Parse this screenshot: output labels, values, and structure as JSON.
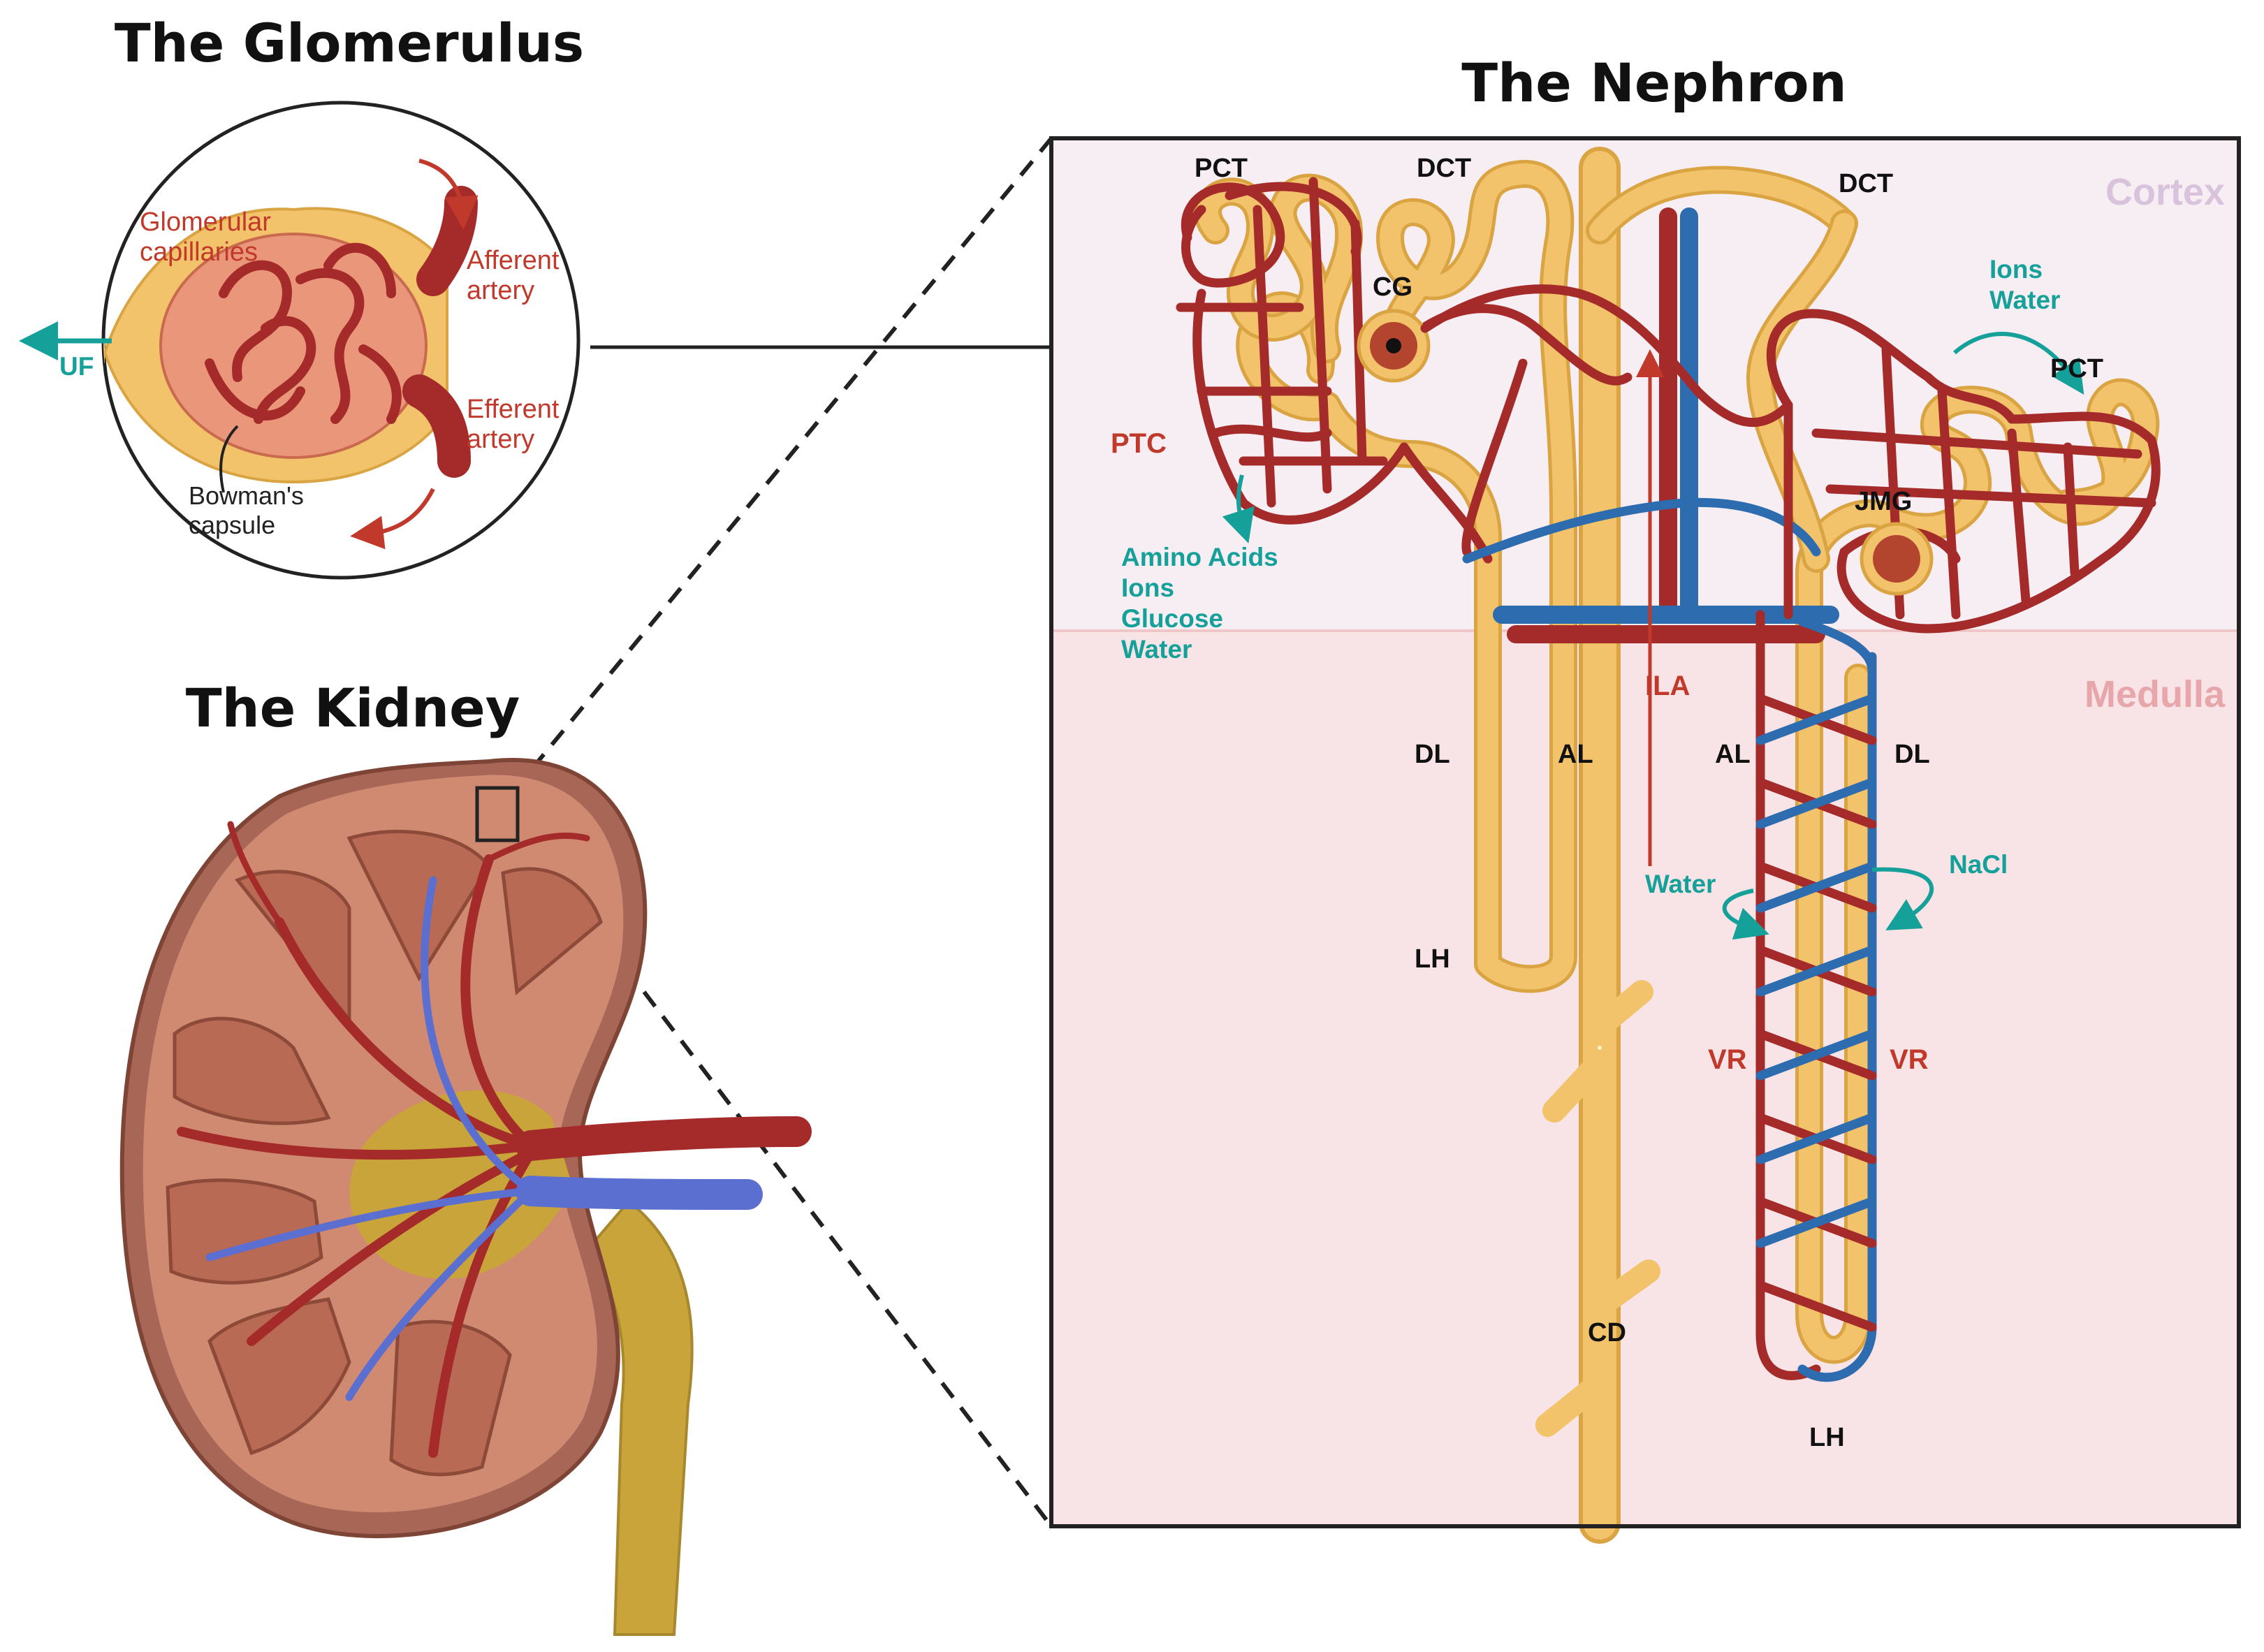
{
  "titles": {
    "glomerulus": "The Glomerulus",
    "nephron": "The Nephron",
    "kidney": "The Kidney"
  },
  "glomerulus_labels": {
    "capillaries_line1": "Glomerular",
    "capillaries_line2": "capillaries",
    "afferent_line1": "Afferent",
    "afferent_line2": "artery",
    "efferent_line1": "Efferent",
    "efferent_line2": "artery",
    "bowman_line1": "Bowman's",
    "bowman_line2": "capsule",
    "uf": "UF"
  },
  "nephron_labels": {
    "pct_left": "PCT",
    "dct_left": "DCT",
    "dct_right": "DCT",
    "cortex": "Cortex",
    "medulla": "Medulla",
    "cg": "CG",
    "ptc": "PTC",
    "ions": "Ions",
    "water_top": "Water",
    "pct_right": "PCT",
    "jmg": "JMG",
    "amino_acids": "Amino Acids",
    "ions_left": "Ions",
    "glucose": "Glucose",
    "water_left": "Water",
    "ila": "ILA",
    "dl_left": "DL",
    "al_left": "AL",
    "al_right": "AL",
    "dl_right": "DL",
    "water_right": "Water",
    "nacl": "NaCl",
    "lh_left": "LH",
    "vr_left": "VR",
    "vr_right": "VR",
    "cd": "CD",
    "lh_right": "LH"
  },
  "colors": {
    "artery": "#a52a2a",
    "vein": "#2e6cb0",
    "tubule": "#f2c36b",
    "tubule_edge": "#d9a441",
    "transport": "#16a09a",
    "cortex_bg": "#f7eef4",
    "medulla_bg": "#f8e4e6"
  }
}
